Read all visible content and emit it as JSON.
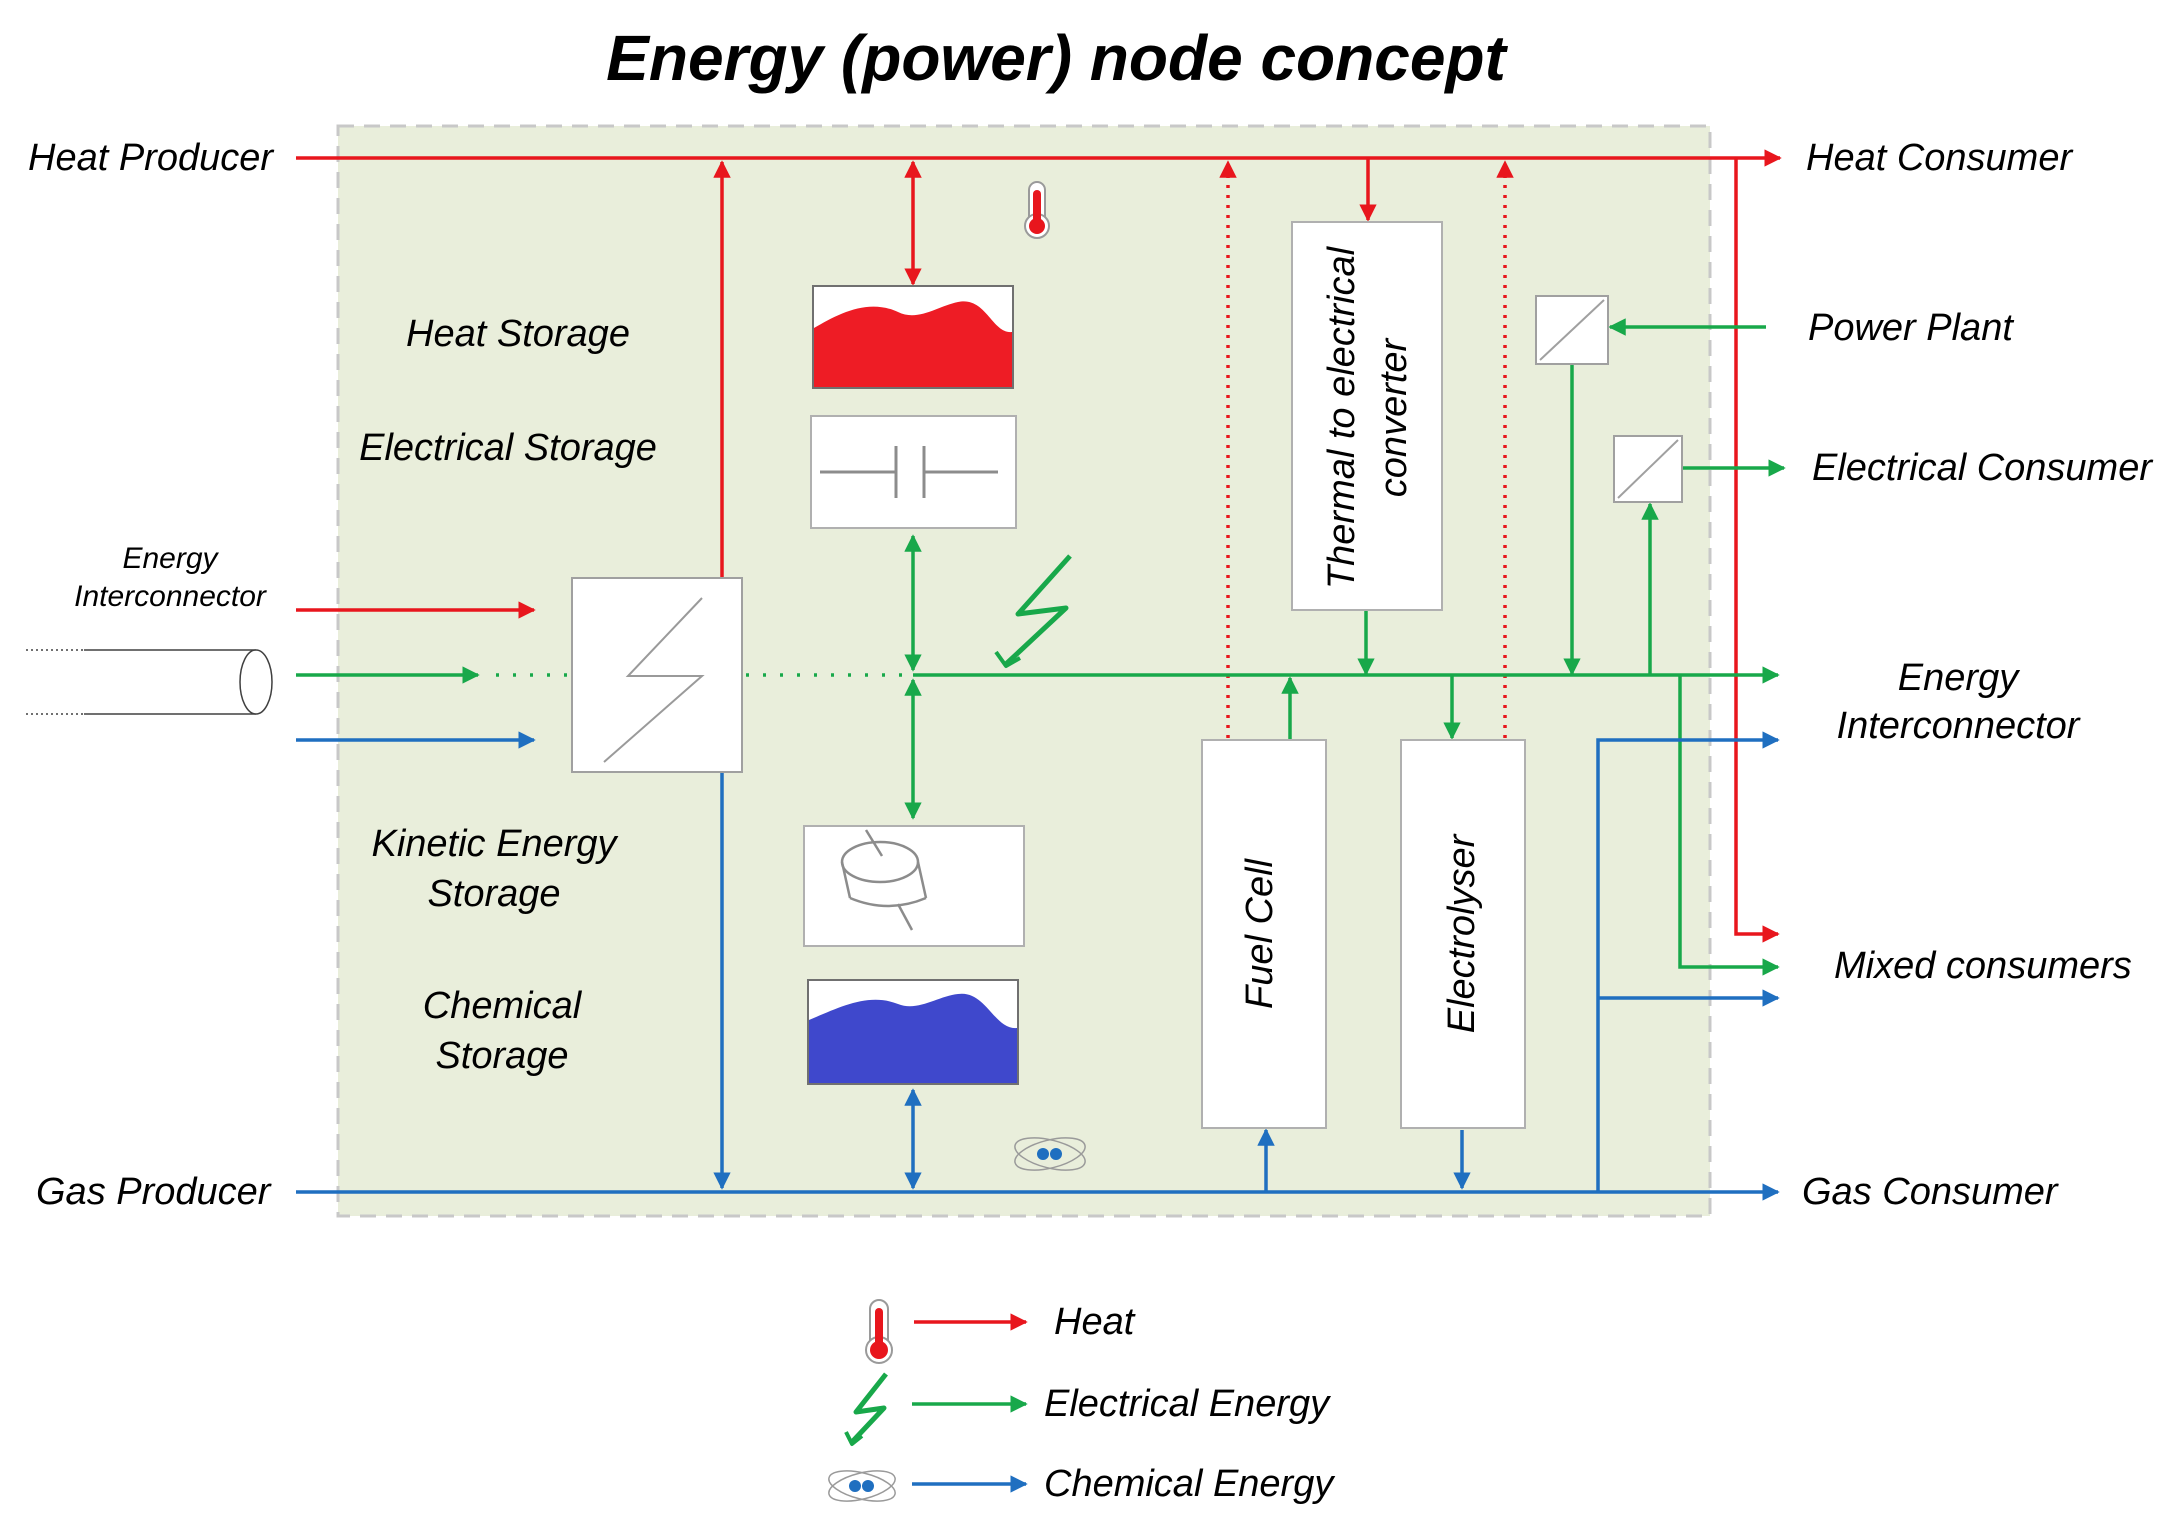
{
  "title": "Energy (power) node concept",
  "colors": {
    "heat": "#e8161d",
    "electrical": "#18a84a",
    "chemical": "#1f6fc0",
    "node_background": "#e9eedb",
    "heat_storage_fill": "#ee1c25",
    "chemical_storage_fill": "#3f48cc"
  },
  "external": {
    "heat_producer": "Heat Producer",
    "gas_producer": "Gas Producer",
    "energy_interconnector_in": [
      "Energy",
      "Interconnector"
    ],
    "heat_consumer": "Heat Consumer",
    "power_plant": "Power Plant",
    "electrical_consumer": "Electrical Consumer",
    "energy_interconnector_out": [
      "Energy",
      "Interconnector"
    ],
    "mixed_consumers": "Mixed consumers",
    "gas_consumer": "Gas Consumer"
  },
  "storage": {
    "heat": "Heat Storage",
    "electrical": "Electrical Storage",
    "kinetic": [
      "Kinetic Energy",
      "Storage"
    ],
    "chemical": [
      "Chemical",
      "Storage"
    ]
  },
  "converters": {
    "thermal_to_electrical": [
      "Thermal to electrical",
      "converter"
    ],
    "fuel_cell": "Fuel Cell",
    "electrolyser": "Electrolyser"
  },
  "icons": {
    "heat": "thermometer-icon",
    "electrical": "lightning-bolt-icon",
    "chemical": "molecule-icon",
    "converter": "converter-box-icon",
    "capacitor": "capacitor-icon",
    "flywheel": "flywheel-icon",
    "pipe": "pipe-icon"
  },
  "legend": {
    "heat": "Heat",
    "electrical": "Electrical Energy",
    "chemical": "Chemical Energy"
  }
}
